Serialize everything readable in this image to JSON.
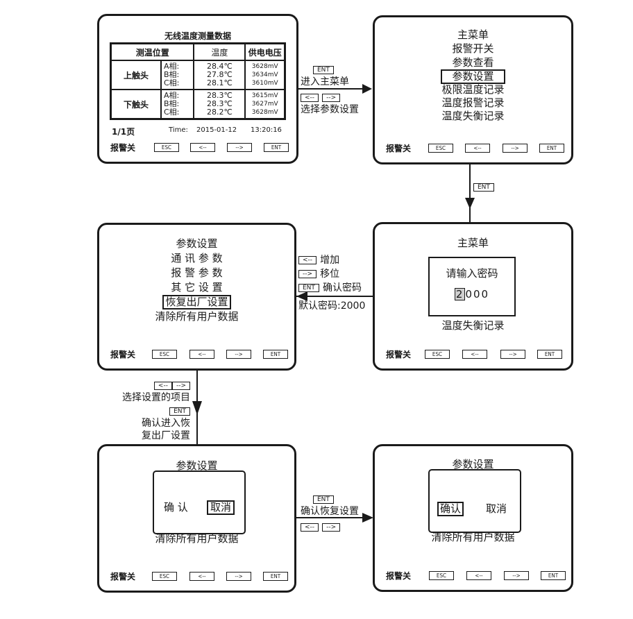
{
  "common": {
    "alarm_label": "报警关",
    "buttons": {
      "esc": "ESC",
      "left": "<--",
      "right": "-->",
      "ent": "ENT"
    }
  },
  "screen1": {
    "title": "无线温度测量数据",
    "headers": {
      "position": "测温位置",
      "temperature": "温度",
      "voltage": "供电电压"
    },
    "groups": [
      {
        "name": "上触头",
        "phases": [
          "A相:",
          "B相:",
          "C相:"
        ],
        "temps": [
          "28.4℃",
          "27.8℃",
          "28.1℃"
        ],
        "volts": [
          "3628mV",
          "3634mV",
          "3610mV"
        ]
      },
      {
        "name": "下触头",
        "phases": [
          "A相:",
          "B相:",
          "C相:"
        ],
        "temps": [
          "28.3℃",
          "28.3℃",
          "28.2℃"
        ],
        "volts": [
          "3615mV",
          "3627mV",
          "3628mV"
        ]
      }
    ],
    "page": "1/1页",
    "time_label": "Time:",
    "date": "2015-01-12",
    "time": "13:20:16"
  },
  "arrow1": {
    "key": "ENT",
    "text1": "进入主菜单",
    "key_left": "<--",
    "key_right": "-->",
    "text2": "选择参数设置"
  },
  "screen2": {
    "title": "主菜单",
    "items": [
      "报警开关",
      "参数查看",
      "参数设置",
      "极限温度记录",
      "温度报警记录",
      "温度失衡记录"
    ],
    "selected_index": 2
  },
  "arrow2": {
    "key": "ENT"
  },
  "screen3": {
    "title": "主菜单",
    "prompt": "请输入密码",
    "password_cursor_digit": "2",
    "password_rest": "000",
    "below": "温度失衡记录"
  },
  "arrow3": {
    "key_left": "<--",
    "text_left": "增加",
    "key_right": "-->",
    "text_right": "移位",
    "key_ent": "ENT",
    "text_ent": "确认密码",
    "default_pw": "默认密码:2000"
  },
  "screen4": {
    "title": "参数设置",
    "items": [
      "通 讯 参 数",
      "报 警 参 数",
      "其 它 设 置",
      "恢复出厂设置",
      "清除所有用户数据"
    ],
    "selected_index": 3
  },
  "arrow4": {
    "key_left": "<--",
    "key_right": "-->",
    "text1": "选择设置的项目",
    "key_ent": "ENT",
    "text2": "确认进入恢",
    "text3": "复出厂设置"
  },
  "screen5": {
    "title": "参数设置",
    "confirm": "确 认",
    "cancel": "取消",
    "selected": "cancel",
    "below": "清除所有用户数据"
  },
  "arrow5": {
    "key": "ENT",
    "text": "确认恢复设置",
    "key_left": "<--",
    "key_right": "-->"
  },
  "screen6": {
    "title": "参数设置",
    "confirm": "确认",
    "cancel": "取消",
    "selected": "confirm",
    "below": "清除所有用户数据"
  }
}
